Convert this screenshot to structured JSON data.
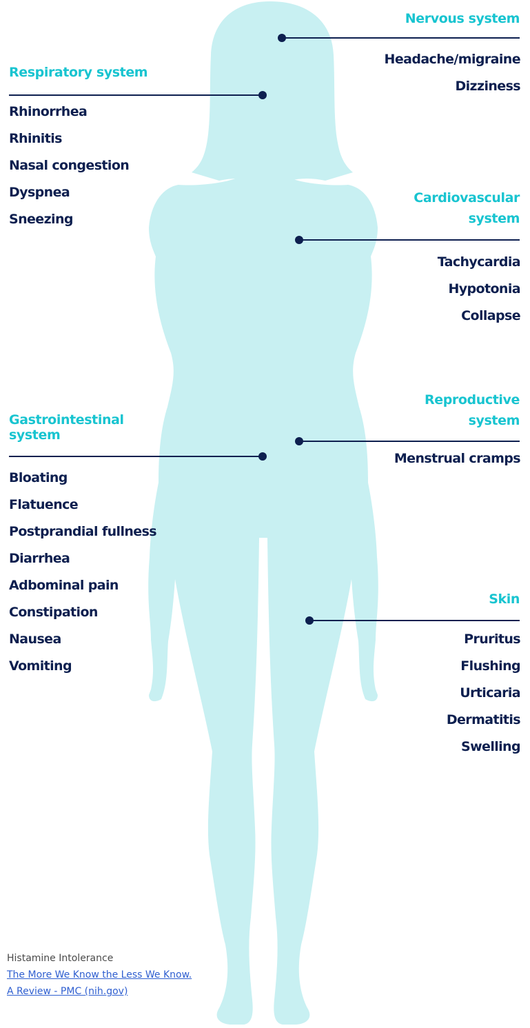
{
  "colors": {
    "silhouette": "#c8f0f2",
    "heading": "#18c4d0",
    "symptom": "#0d1f4f",
    "connector": "#0d1f4f",
    "link": "#2f5fd0"
  },
  "figure": {
    "icon": "female-body-silhouette"
  },
  "systems": {
    "nervous": {
      "heading": "Nervous system",
      "symptoms": [
        "Headache/migraine",
        "Dizziness"
      ]
    },
    "respiratory": {
      "heading": "Respiratory system",
      "symptoms": [
        "Rhinorrhea",
        "Rhinitis",
        "Nasal congestion",
        "Dyspnea",
        "Sneezing"
      ]
    },
    "cardiovascular": {
      "heading_line1": "Cardiovascular",
      "heading_line2": "system",
      "symptoms": [
        "Tachycardia",
        "Hypotonia",
        "Collapse"
      ]
    },
    "reproductive": {
      "heading_line1": "Reproductive",
      "heading_line2": "system",
      "symptoms": [
        "Menstrual cramps"
      ]
    },
    "gastrointestinal": {
      "heading_line1": "Gastrointestinal",
      "heading_line2": "system",
      "symptoms": [
        "Bloating",
        "Flatuence",
        "Postprandial fullness",
        "Diarrhea",
        "Adbominal pain",
        "Constipation",
        "Nausea",
        "Vomiting"
      ]
    },
    "skin": {
      "heading": "Skin",
      "symptoms": [
        "Pruritus",
        "Flushing",
        "Urticaria",
        "Dermatitis",
        "Swelling"
      ]
    }
  },
  "source": {
    "title": "Histamine Intolerance",
    "link_line1": "The More We Know the Less We Know.",
    "link_line2": "A Review - PMC (nih.gov)"
  }
}
